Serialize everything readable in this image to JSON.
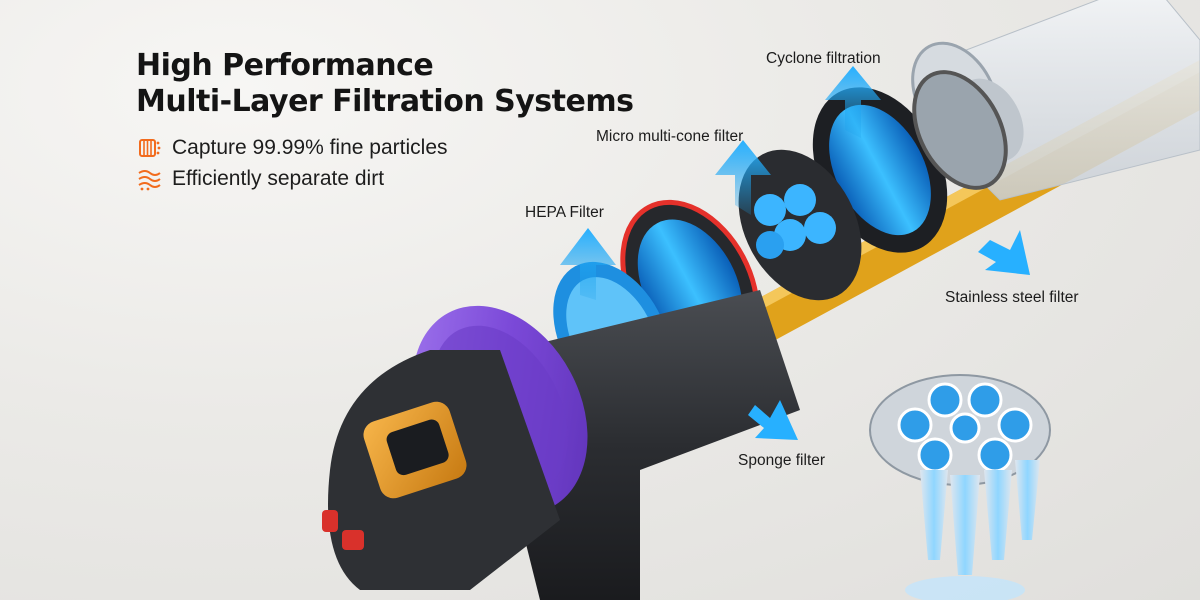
{
  "headline": {
    "line1": "High Performance",
    "line2": "Multi-Layer Filtration Systems"
  },
  "features": [
    {
      "icon": "filter-particles-icon",
      "label": "Capture 99.99% fine particles"
    },
    {
      "icon": "airflow-separation-icon",
      "label": "Efficiently separate dirt"
    }
  ],
  "callouts": {
    "cyclone": "Cyclone filtration",
    "micro_cone": "Micro multi-cone filter",
    "hepa": "HEPA Filter",
    "stainless": "Stainless steel filter",
    "sponge": "Sponge filter"
  },
  "colors": {
    "accent_orange": "#f26b1d",
    "airflow_blue": "#1aa3f0",
    "ring_purple": "#7d4dd6",
    "body_dark": "#2d2f33",
    "wand_gold": "#e0a21b"
  }
}
